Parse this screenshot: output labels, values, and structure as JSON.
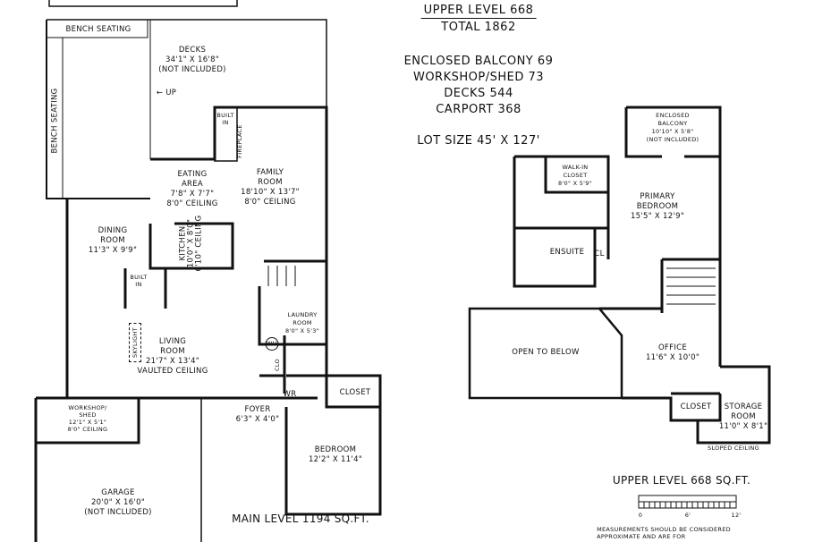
{
  "summary": {
    "upper_level": "UPPER LEVEL 668",
    "total": "TOTAL 1862",
    "enclosed_balcony": "ENCLOSED BALCONY 69",
    "workshop_shed": "WORKSHOP/SHED 73",
    "decks": "DECKS 544",
    "carport": "CARPORT 368",
    "lot_size": "LOT SIZE 45' X 127'"
  },
  "main_level": {
    "caption": "MAIN LEVEL 1194 SQ.FT.",
    "rooms": {
      "bench_top": "BENCH SEATING",
      "bench_left": "BENCH SEATING",
      "decks": [
        "DECKS",
        "34'1\" X 16'8\"",
        "(NOT INCLUDED)"
      ],
      "up": "← UP",
      "built_in_1": [
        "BUILT",
        "IN"
      ],
      "fireplace": "FIREPLACE",
      "eating": [
        "EATING",
        "AREA",
        "7'8\" X 7'7\"",
        "8'0\" CEILING"
      ],
      "family": [
        "FAMILY",
        "ROOM",
        "18'10\" X 13'7\"",
        "8'0\" CEILING"
      ],
      "dining": [
        "DINING",
        "ROOM",
        "11'3\" X 9'9\""
      ],
      "kitchen": [
        "KITCHEN",
        "10'0\" X 8'0\"",
        "6'10\" CEILING"
      ],
      "built_in_2": [
        "BUILT",
        "IN"
      ],
      "skylight": "SKYLIGHT",
      "living": [
        "LIVING",
        "ROOM",
        "21'7\" X 13'4\"",
        "VAULTED CEILING"
      ],
      "laundry": [
        "LAUNDRY",
        "ROOM",
        "8'0\" X 5'3\""
      ],
      "wh": "WH",
      "clo": "CLO",
      "wr": "WR",
      "foyer": [
        "FOYER",
        "6'3\" X 4'0\""
      ],
      "closet": "CLOSET",
      "bedroom": [
        "BEDROOM",
        "12'2\" X 11'4\""
      ],
      "workshop": [
        "WORKSHOP/",
        "SHED",
        "12'1\" X 5'1\"",
        "8'0\" CEILING"
      ],
      "garage": [
        "GARAGE",
        "20'0\" X 16'0\"",
        "(NOT INCLUDED)"
      ]
    }
  },
  "upper_level": {
    "caption": "UPPER LEVEL 668 SQ.FT.",
    "rooms": {
      "balcony": [
        "ENCLOSED",
        "BALCONY",
        "10'10\" X 5'8\"",
        "(NOT INCLUDED)"
      ],
      "walkin": [
        "WALK-IN",
        "CLOSET",
        "8'0\" X 5'9\""
      ],
      "primary": [
        "PRIMARY",
        "BEDROOM",
        "15'5\" X 12'9\""
      ],
      "ensuite": "ENSUITE",
      "cl": "CL",
      "open": "OPEN TO BELOW",
      "office": [
        "OFFICE",
        "11'6\" X 10'0\""
      ],
      "closet": "CLOSET",
      "storage": [
        "STORAGE",
        "ROOM",
        "11'0\" X 8'1\""
      ],
      "sloped": "SLOPED CEILING"
    }
  },
  "scale": {
    "labels": [
      "0",
      "6'",
      "12'"
    ]
  },
  "disclaimer": [
    "MEASUREMENTS SHOULD BE CONSIDERED",
    "APPROXIMATE AND ARE FOR"
  ]
}
